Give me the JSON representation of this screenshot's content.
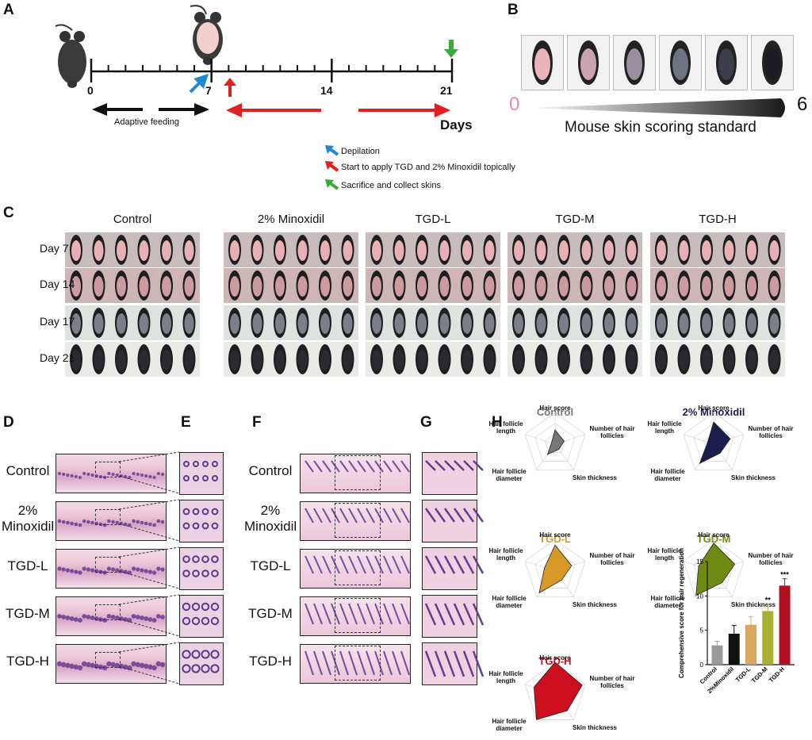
{
  "panels": {
    "A": "A",
    "B": "B",
    "C": "C",
    "D": "D",
    "E": "E",
    "F": "F",
    "G": "G",
    "H": "H"
  },
  "timeline": {
    "ticks": [
      "0",
      "7",
      "14",
      "21"
    ],
    "adaptive": "Adaptive feeding",
    "days": "Days",
    "legend": [
      {
        "text": "Depilation",
        "color": "#1e88d0"
      },
      {
        "text": "Start to apply TGD and 2% Minoxidil topically",
        "color": "#e02020"
      },
      {
        "text": "Sacrifice and collect skins",
        "color": "#3aaa3a"
      }
    ]
  },
  "scoring": {
    "min": "0",
    "max": "6",
    "caption": "Mouse skin scoring standard"
  },
  "groups": [
    "Control",
    "2% Minoxidil",
    "TGD-L",
    "TGD-M",
    "TGD-H"
  ],
  "days_rows": [
    "Day 7",
    "Day 14",
    "Day 17",
    "Day 21"
  ],
  "histo_rows": [
    {
      "l1": "Control",
      "l2": ""
    },
    {
      "l1": "2%",
      "l2": "Minoxidil"
    },
    {
      "l1": "TGD-L",
      "l2": ""
    },
    {
      "l1": "TGD-M",
      "l2": ""
    },
    {
      "l1": "TGD-H",
      "l2": ""
    }
  ],
  "radar": {
    "axes": [
      "Hair score",
      "Number of hair follicles",
      "Skin thickness",
      "Hair follicle diameter",
      "Hair follicle length"
    ],
    "charts": [
      {
        "title": "Control",
        "color": "#777777",
        "values": [
          0.45,
          0.3,
          0.2,
          0.4,
          0.12
        ]
      },
      {
        "title": "2% Minoxidil",
        "color": "#1c1c4e",
        "values": [
          0.7,
          0.55,
          0.35,
          0.75,
          0.2
        ]
      },
      {
        "title": "TGD-L",
        "color": "#d79a28",
        "values": [
          0.82,
          0.55,
          0.35,
          0.85,
          0.35
        ]
      },
      {
        "title": "TGD-M",
        "color": "#6f8a12",
        "values": [
          0.88,
          0.7,
          0.45,
          0.95,
          0.5
        ]
      },
      {
        "title": "TGD-H",
        "color": "#cc0f1f",
        "values": [
          1.0,
          0.9,
          0.65,
          1.0,
          0.7
        ]
      }
    ]
  },
  "chart_data": {
    "type": "bar",
    "categories": [
      "Control",
      "2%Minoxidil",
      "TGD-L",
      "TGD-M",
      "TGD-H"
    ],
    "values": [
      2.8,
      4.5,
      5.8,
      7.8,
      11.5
    ],
    "errors": [
      0.6,
      1.2,
      1.2,
      1.0,
      1.0
    ],
    "colors": [
      "#9a9a9a",
      "#111111",
      "#d8a860",
      "#a8b030",
      "#b01020"
    ],
    "significance": [
      "",
      "",
      "",
      "**",
      "***"
    ],
    "ylabel": "Comprehensive score for hair regeneration",
    "ylim": [
      0,
      15
    ],
    "yticks": [
      "0",
      "5",
      "10",
      "15"
    ]
  }
}
